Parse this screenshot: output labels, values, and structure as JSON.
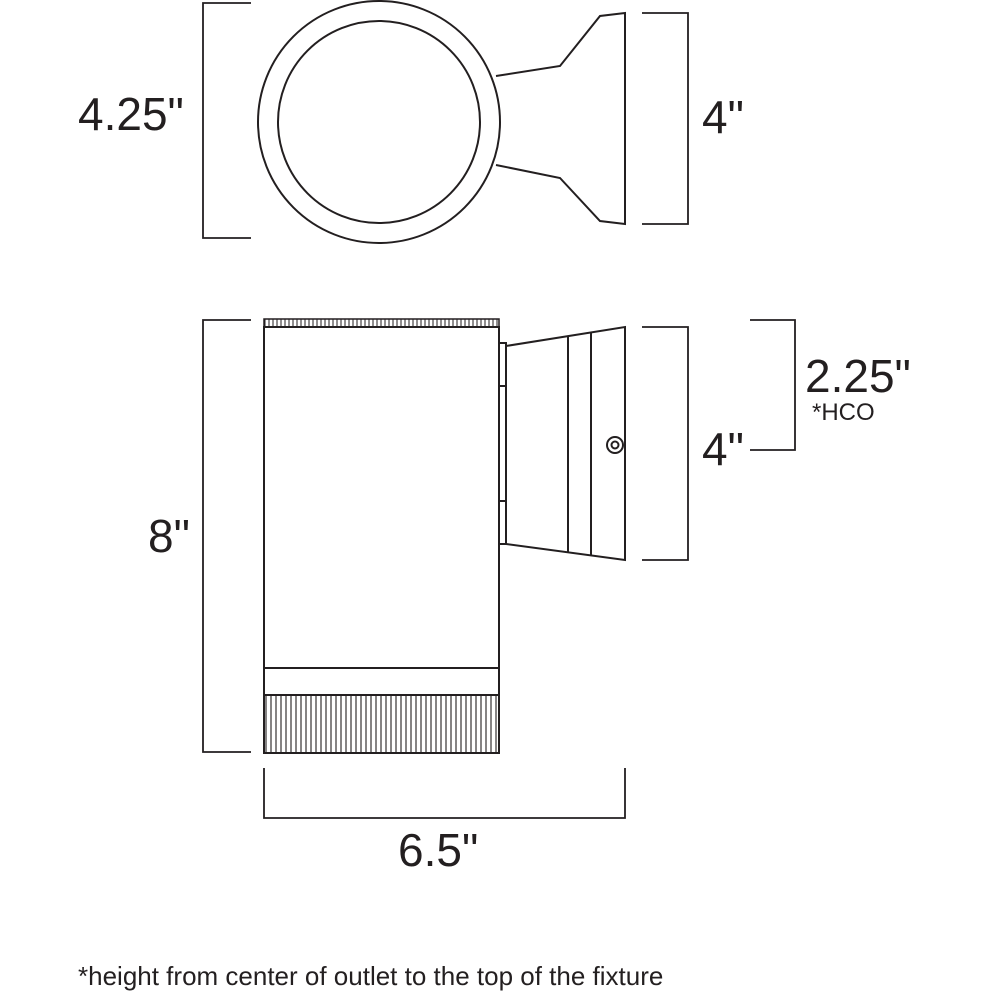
{
  "top_view": {
    "height_label": "4.25\"",
    "mount_height_label": "4\""
  },
  "side_view": {
    "height_label": "8\"",
    "mount_height_label": "4\"",
    "hco_value_label": "2.25\"",
    "hco_tag": "*HCO",
    "width_label": "6.5\""
  },
  "footnote": "*height from center of outlet to the top of the fixture"
}
